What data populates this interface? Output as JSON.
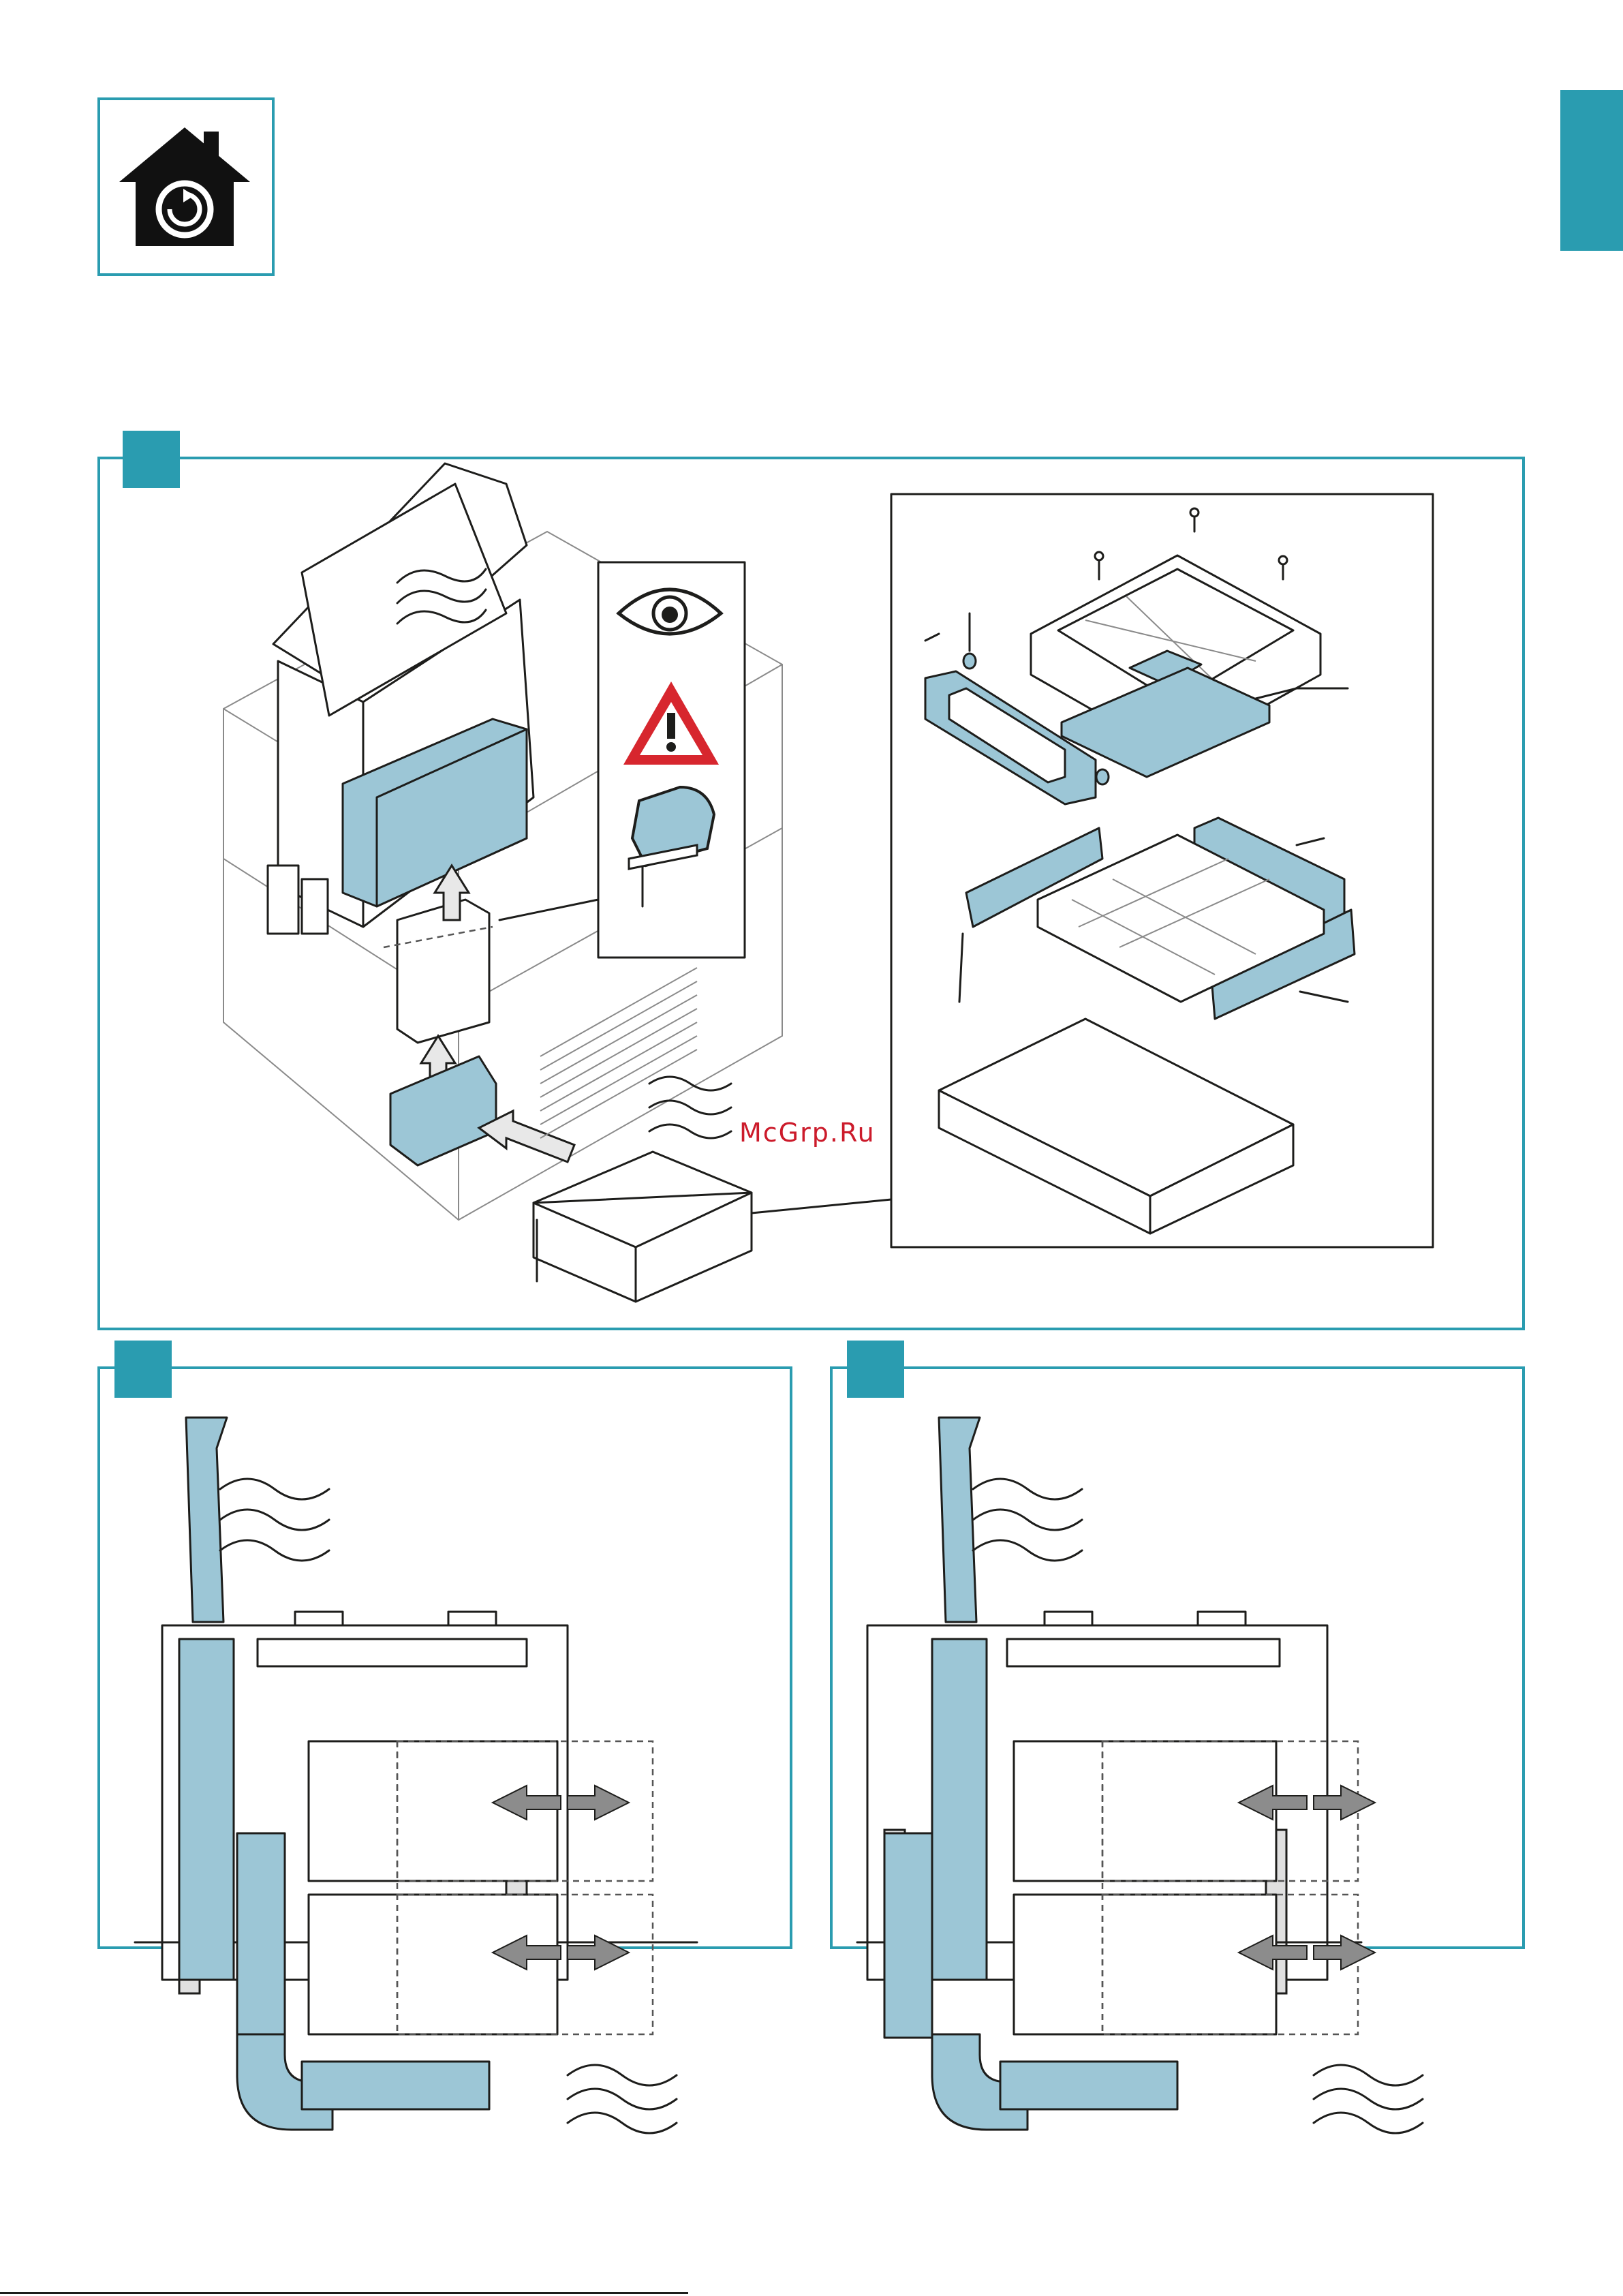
{
  "page": {
    "watermark": "McGrp.Ru"
  },
  "colors": {
    "accent": "#2a9cb0",
    "part_fill": "#9cc6d6",
    "warning_red": "#d7262e",
    "watermark_red": "#cc1b2b"
  },
  "icons": {
    "header": "house-recirculation-icon",
    "safety": [
      "eye-icon",
      "warning-triangle-icon",
      "jigsaw-icon"
    ]
  },
  "figures": [
    {
      "id": "figure-1",
      "content": "recirculation-module-installation"
    },
    {
      "id": "figure-2",
      "content": "cabinet-layout-variant-a"
    },
    {
      "id": "figure-3",
      "content": "cabinet-layout-variant-b"
    }
  ]
}
